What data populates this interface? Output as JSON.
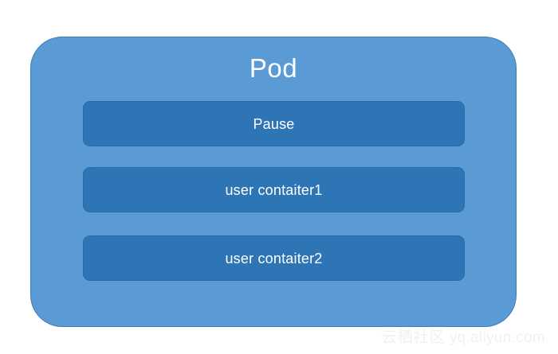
{
  "diagram": {
    "title": "Pod",
    "containers": [
      {
        "label": "Pause"
      },
      {
        "label": "user contaiter1"
      },
      {
        "label": "user contaiter2"
      }
    ]
  },
  "watermark": {
    "site_name": "云栖社区",
    "url": "yq.aliyun.com"
  },
  "colors": {
    "background": "#ffffff",
    "pod_fill": "#5b9bd5",
    "pod_border": "#3f7cb0",
    "container_fill": "#2e75b6",
    "container_border": "#2a6aa5",
    "text": "#ffffff",
    "watermark": "#f1f1f1"
  }
}
